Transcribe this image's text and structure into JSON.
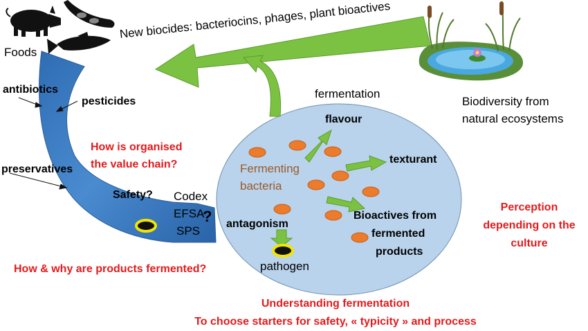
{
  "colors": {
    "blue_curve": "#3f7fc1",
    "green_arrow": "#7cc242",
    "circle_fill": "#b9d3ec",
    "bacteria": "#ec7b2b",
    "red_text": "#e31a1c",
    "brown_text": "#9a5a2a"
  },
  "icons": [
    "pig-icon",
    "bean-pod-icon",
    "fish-icon",
    "pond-icon"
  ],
  "labels": {
    "foods": "Foods",
    "new_biocides": "New biocides: bacteriocins, phages, plant bioactives",
    "antibiotics": "antibiotics",
    "pesticides": "pesticides",
    "preservatives": "preservatives",
    "safety": "Safety?",
    "codex": "Codex",
    "efsa": "EFSA",
    "sps": "SPS",
    "question_mark": "?",
    "value_chain_line1": "How is organised",
    "value_chain_line2": "the value chain?",
    "fermentation": "fermentation",
    "flavour": "flavour",
    "fermenting_line1": "Fermenting",
    "fermenting_line2": "bacteria",
    "texturant": "texturant",
    "bioactives_line1": "Bioactives from",
    "bioactives_line2": "fermented",
    "bioactives_line3": "products",
    "antagonism": "antagonism",
    "pathogen": "pathogen",
    "biodiversity_line1": "Biodiversity from",
    "biodiversity_line2": "natural ecosystems",
    "perception_line1": "Perception",
    "perception_line2": "depending on the",
    "perception_line3": "culture",
    "how_why": "How & why are products fermented?",
    "understanding_line1": "Understanding fermentation",
    "understanding_line2": "To choose starters for safety, « typicity » and process"
  }
}
